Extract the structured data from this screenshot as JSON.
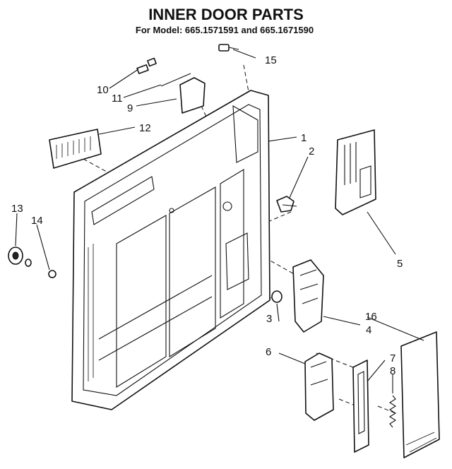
{
  "title": "INNER DOOR PARTS",
  "subtitle": "For Model: 665.1571591 and 665.1671590",
  "callouts": {
    "c1": "1",
    "c2": "2",
    "c3": "3",
    "c4": "4",
    "c5": "5",
    "c6": "6",
    "c7": "7",
    "c8": "8",
    "c9": "9",
    "c10": "10",
    "c11": "11",
    "c12": "12",
    "c13": "13",
    "c14": "14",
    "c15": "15",
    "c16": "16"
  }
}
